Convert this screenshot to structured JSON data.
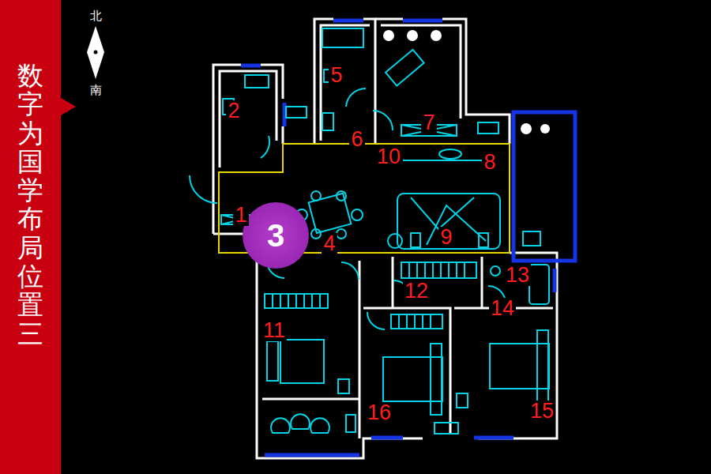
{
  "diagram": {
    "nodes": [
      {
        "text": [
          "数字为国学布局位置三"
        ]
      },
      {
        "text": [
          "3"
        ]
      }
    ],
    "labels": [
      "北",
      "南",
      "1",
      "2",
      "4",
      "5",
      "6",
      "7",
      "8",
      "9",
      "10",
      "11",
      "12",
      "13",
      "14",
      "15",
      "16"
    ]
  }
}
